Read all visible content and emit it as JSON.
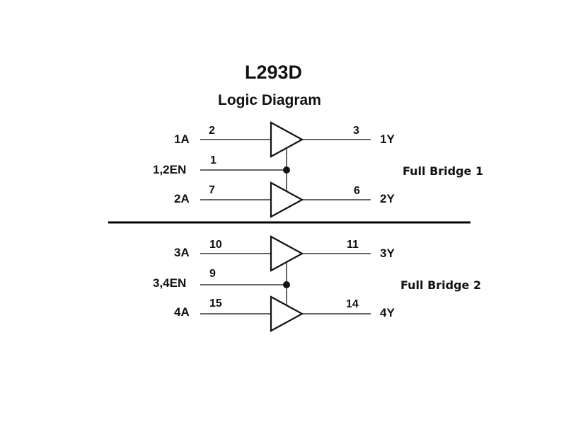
{
  "title": "L293D",
  "subtitle": "Logic Diagram",
  "bridges": [
    {
      "name": "Full Bridge 1",
      "enable": {
        "label": "1,2EN",
        "pin": "1"
      },
      "drivers": [
        {
          "input": "1A",
          "input_pin": "2",
          "output": "1Y",
          "output_pin": "3"
        },
        {
          "input": "2A",
          "input_pin": "7",
          "output": "2Y",
          "output_pin": "6"
        }
      ]
    },
    {
      "name": "Full Bridge 2",
      "enable": {
        "label": "3,4EN",
        "pin": "9"
      },
      "drivers": [
        {
          "input": "3A",
          "input_pin": "10",
          "output": "3Y",
          "output_pin": "11"
        },
        {
          "input": "4A",
          "input_pin": "15",
          "output": "4Y",
          "output_pin": "14"
        }
      ]
    }
  ],
  "colors": {
    "line": "#111111",
    "wire": "#333333"
  }
}
